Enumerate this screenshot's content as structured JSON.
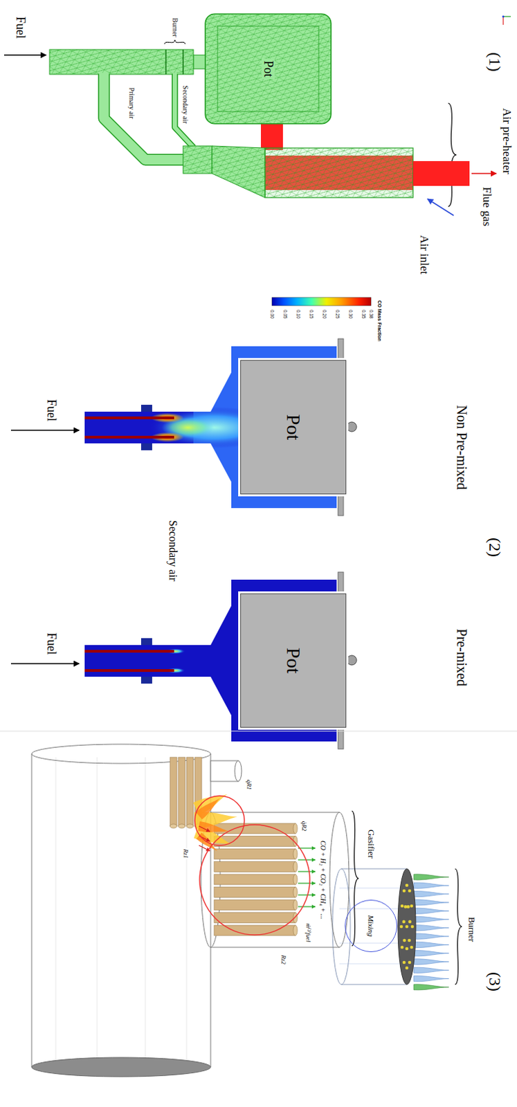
{
  "diagram": {
    "nodes": [
      {
        "text": [
          "Pot"
        ]
      },
      {
        "text": [
          "Pot"
        ]
      },
      {
        "text": [
          "Pot"
        ]
      },
      {
        "text": [
          "Mixing"
        ]
      }
    ],
    "labels": [
      "(1)",
      "Air pre-heater",
      "Flue gas",
      "Air inlet",
      "Burner",
      "Secondary air",
      "Primary air",
      "Fuel",
      "CO Mass Fraction",
      "0.38",
      "0.35",
      "0.30",
      "0.25",
      "0.20",
      "0.15",
      "0.10",
      "0.05",
      "0.00",
      "(2)",
      "Non Pre-mixed",
      "Pre-mixed",
      "Fuel",
      "Secondary air",
      "Fuel",
      "(3)",
      "Burner",
      "Gasifier",
      "CO + H₂ + CO₂ + CH₄ + ...",
      "ṁ⁽²⁾fuel",
      "q̇R2",
      "q̇R1",
      "Rz2",
      "Rz1"
    ]
  }
}
